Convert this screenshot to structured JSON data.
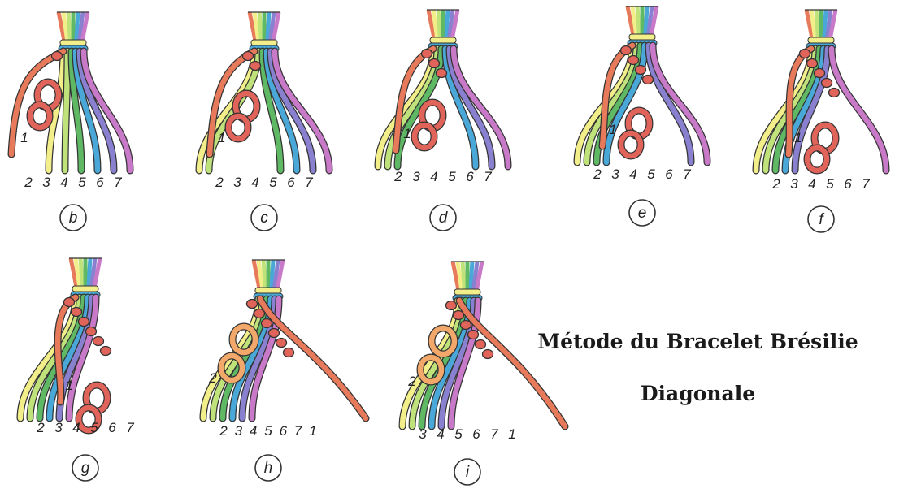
{
  "title": {
    "line1": "Métode du Bracelet Brésilie",
    "line2": "Diagonale"
  },
  "palette": {
    "strand_colors": [
      "#e87a5c",
      "#f2ee8a",
      "#bfe27a",
      "#5fb864",
      "#4aa8d8",
      "#8a80d0",
      "#c87ac8"
    ],
    "knot_color": "#e0645a",
    "outline": "#333333"
  },
  "steps": [
    {
      "caption": "b",
      "bottom_labels": [
        "2",
        "3",
        "4",
        "5",
        "6",
        "7"
      ],
      "side_label": "1"
    },
    {
      "caption": "c",
      "bottom_labels": [
        "2",
        "3",
        "4",
        "5",
        "6",
        "7"
      ],
      "side_label": "1"
    },
    {
      "caption": "d",
      "bottom_labels": [
        "2",
        "3",
        "4",
        "5",
        "6",
        "7"
      ],
      "side_label": "1"
    },
    {
      "caption": "e",
      "bottom_labels": [
        "2",
        "3",
        "4",
        "5",
        "6",
        "7"
      ],
      "side_label": "1"
    },
    {
      "caption": "f",
      "bottom_labels": [
        "2",
        "3",
        "4",
        "5",
        "6",
        "7"
      ],
      "side_label": "1"
    },
    {
      "caption": "g",
      "bottom_labels": [
        "2",
        "3",
        "4",
        "5",
        "6",
        "7"
      ],
      "side_label": "1"
    },
    {
      "caption": "h",
      "bottom_labels": [
        "2",
        "3",
        "4",
        "5",
        "6",
        "7",
        "1"
      ],
      "side_label": "2"
    },
    {
      "caption": "i",
      "bottom_labels": [
        "3",
        "4",
        "5",
        "6",
        "7",
        "1"
      ],
      "side_label": "2"
    }
  ]
}
